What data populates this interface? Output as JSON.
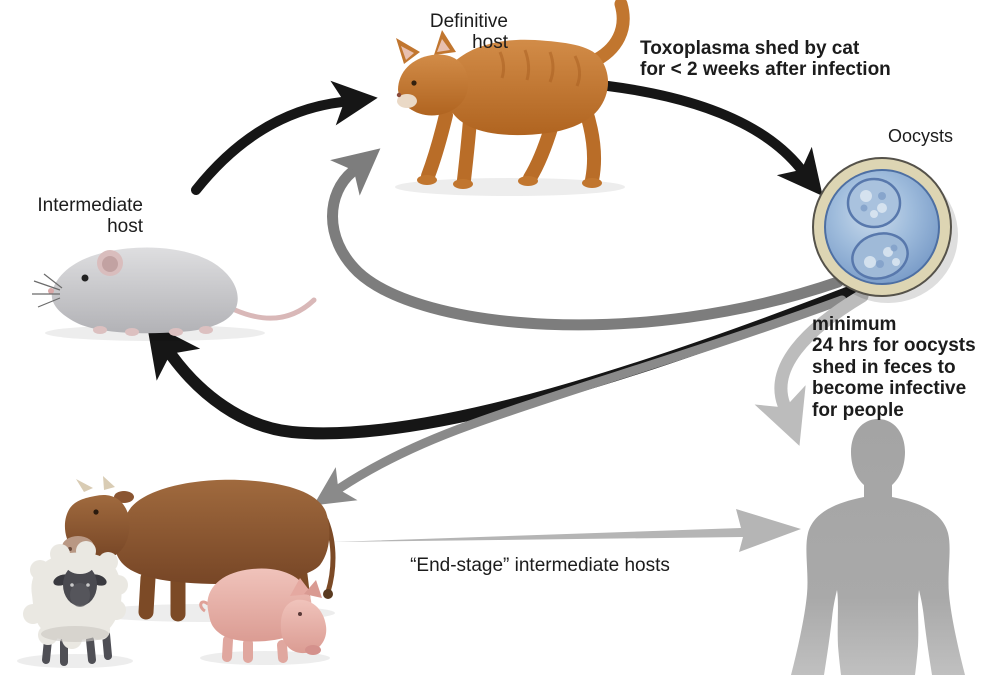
{
  "labels": {
    "definitive_host": "Definitive\nhost",
    "intermediate_host": "Intermediate\nhost",
    "oocysts": "Oocysts",
    "toxoplasma_note": "Toxoplasma shed by cat\nfor < 2 weeks after infection",
    "minimum_note": "minimum\n24 hrs for oocysts\nshed in feces to\nbecome infective\nfor people",
    "end_stage": "“End-stage” intermediate hosts"
  },
  "entities": [
    {
      "id": "cat",
      "label": "Definitive host",
      "illustration": "orange cat, tail up, walking left"
    },
    {
      "id": "mouse",
      "label": "Intermediate host",
      "illustration": "gray mouse facing left"
    },
    {
      "id": "oocysts",
      "label": "Oocysts",
      "illustration": "round oocyst with two blue sporocysts"
    },
    {
      "id": "farm-animals",
      "label": "“End-stage” intermediate hosts",
      "illustration": "cow, sheep and pig"
    },
    {
      "id": "person",
      "label": "",
      "illustration": "gray human silhouette"
    }
  ],
  "edges": [
    {
      "from": "mouse",
      "to": "cat",
      "color": "#161616"
    },
    {
      "from": "cat",
      "to": "oocysts",
      "color": "#161616"
    },
    {
      "from": "oocysts",
      "to": "cat",
      "color": "#7d7d7d"
    },
    {
      "from": "oocysts",
      "to": "mouse",
      "color": "#161616"
    },
    {
      "from": "oocysts",
      "to": "farm-animals",
      "color": "#8a8a8a"
    },
    {
      "from": "oocysts",
      "to": "person",
      "color": "#bcbcbc"
    },
    {
      "from": "farm-animals",
      "to": "person",
      "color": "#b5b5b5"
    }
  ],
  "colors": {
    "background": "#ffffff",
    "text": "#1c1c1c",
    "arrow_black": "#161616",
    "arrow_gray": "#7d7d7d",
    "arrow_light_gray": "#b9b9b9",
    "cat_fur": "#c1762f",
    "mouse_fur": "#c8c8cb",
    "cow_hide": "#8d5a33",
    "sheep_wool": "#eae8e2",
    "sheep_face": "#4a4a50",
    "pig_skin": "#e9b3ac",
    "human_silhouette": "#a9a9a9",
    "oocyst_rim": "#ddd5b3",
    "oocyst_blue": "#7d9dc8"
  }
}
